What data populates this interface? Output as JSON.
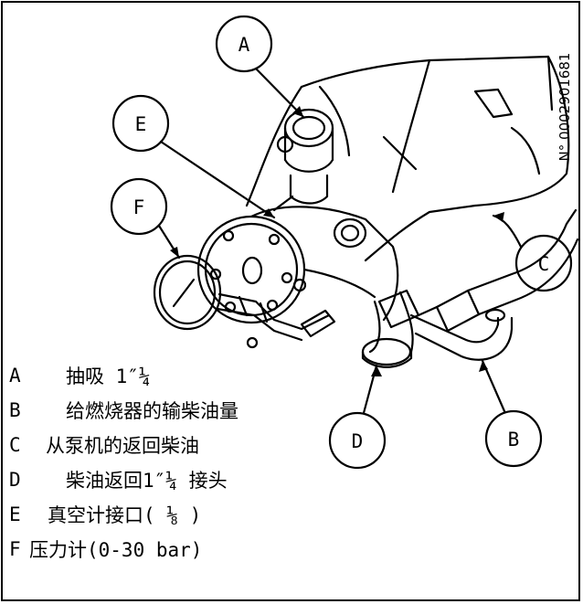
{
  "reference": "N° 0002901681",
  "callouts": {
    "A": "A",
    "B": "B",
    "C": "C",
    "D": "D",
    "E": "E",
    "F": "F"
  },
  "legend": [
    {
      "key": "A",
      "text": "抽吸 1″¼"
    },
    {
      "key": "B",
      "text": "给燃烧器的输柴油量"
    },
    {
      "key": "C",
      "text": "从泵机的返回柴油"
    },
    {
      "key": "D",
      "text": "柴油返回1″¼ 接头"
    },
    {
      "key": "E",
      "text": "真空计接口( ⅛ )"
    },
    {
      "key": "F",
      "text": "压力计(0-30 bar)"
    }
  ]
}
